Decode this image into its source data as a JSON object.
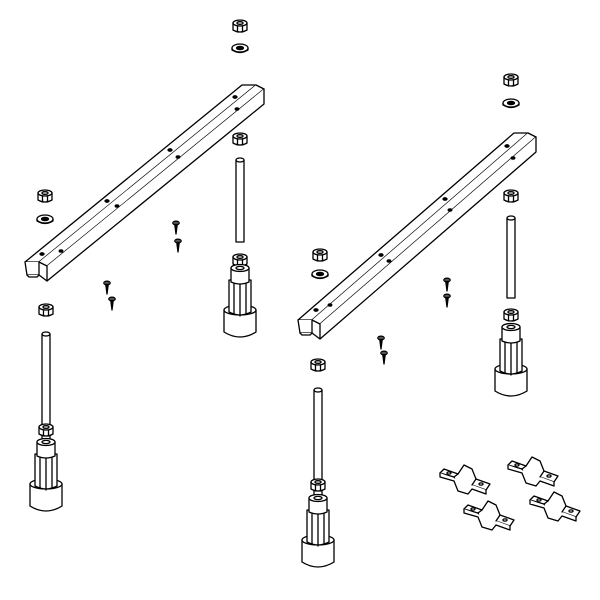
{
  "diagram": {
    "line_color": "#000000",
    "fill_color": "#ffffff",
    "parts": [
      "channel-rail",
      "threaded-rod",
      "hex-nut",
      "washer",
      "adjustable-foot",
      "wood-screw",
      "mounting-bracket"
    ]
  }
}
